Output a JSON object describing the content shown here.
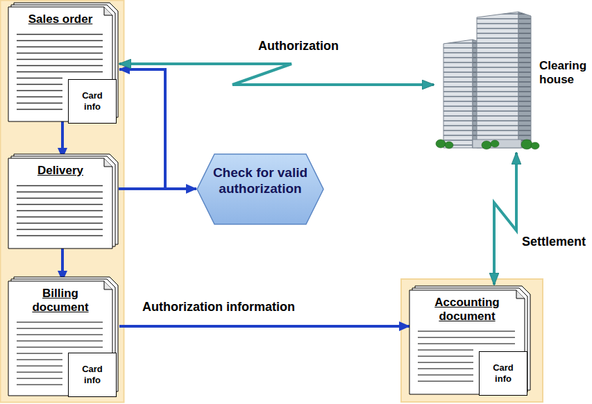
{
  "diagram": {
    "nodes": [
      {
        "text": [
          "Sales order"
        ]
      },
      {
        "text": [
          "Card info"
        ],
        "in": 0
      },
      {
        "text": [
          "Delivery"
        ]
      },
      {
        "text": [
          "Billing document"
        ]
      },
      {
        "text": [
          "Card info"
        ],
        "in": 3
      },
      {
        "text": [
          "Check for valid authorization"
        ]
      },
      {
        "text": [
          "Clearing house"
        ]
      },
      {
        "text": [
          "Accounting document"
        ]
      },
      {
        "text": [
          "Card info"
        ],
        "in": 7
      }
    ],
    "edges": [
      {
        "from": 0,
        "to": 2,
        "arrow": "to"
      },
      {
        "from": 2,
        "to": 3,
        "arrow": "to"
      },
      {
        "from": 2,
        "to": 5,
        "arrow": "to"
      },
      {
        "from": 2,
        "to": 0,
        "arrow": "to"
      },
      {
        "from": 0,
        "to": 6,
        "label": "Authorization",
        "arrow": "both"
      },
      {
        "from": 3,
        "to": 7,
        "label": "Authorization information",
        "arrow": "to"
      },
      {
        "from": 7,
        "to": 6,
        "label": "Settlement",
        "arrow": "both"
      }
    ]
  }
}
